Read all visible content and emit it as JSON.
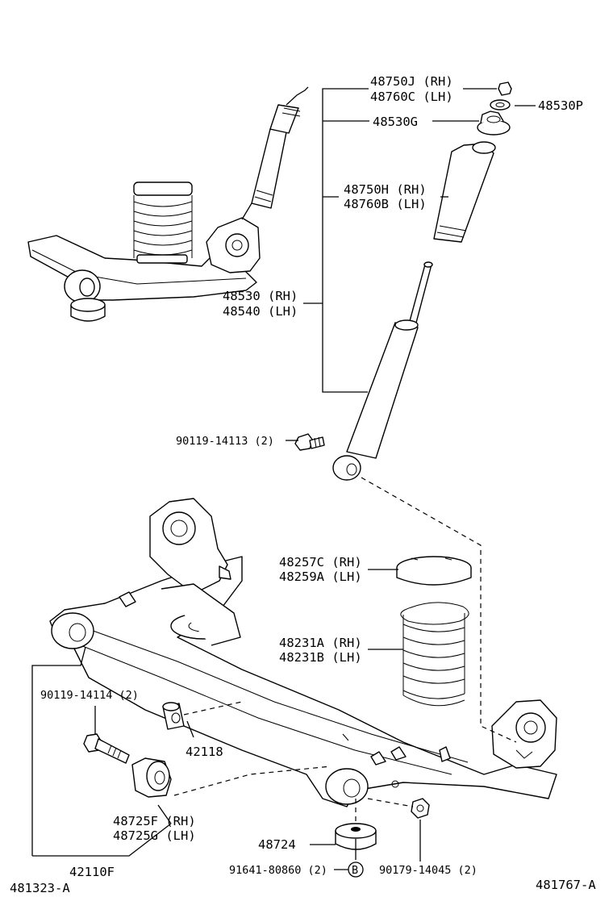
{
  "diagram": {
    "callouts": {
      "p48750J": "48750J (RH)",
      "p48760C": "48760C (LH)",
      "p48530P": "48530P",
      "p48530G": "48530G",
      "p48750H": "48750H (RH)",
      "p48760B": "48760B (LH)",
      "p48530": "48530 (RH)",
      "p48540": "48540 (LH)",
      "p90119_14113": "90119-14113 (2)",
      "p48257C": "48257C (RH)",
      "p48259A": "48259A (LH)",
      "p48231A": "48231A (RH)",
      "p48231B": "48231B (LH)",
      "p90119_14114": "90119-14114 (2)",
      "p42118": "42118",
      "p48725F": "48725F (RH)",
      "p48725G": "48725G (LH)",
      "p48724": "48724",
      "p42110F": "42110F",
      "p91641": "91641-80860 (2)",
      "p90179": "90179-14045 (2)",
      "ref_b": "B"
    },
    "figure_ids": {
      "left": "481323-A",
      "right": "481767-A"
    }
  }
}
